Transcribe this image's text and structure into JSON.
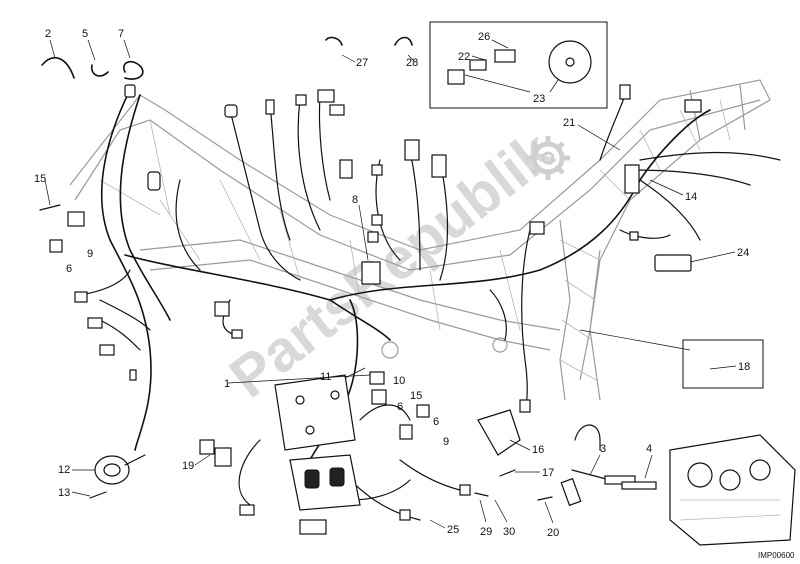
{
  "watermark": "PartsRepublik",
  "reference_code": "IMP00600",
  "callouts": [
    {
      "id": "c2",
      "label": "2"
    },
    {
      "id": "c5",
      "label": "5"
    },
    {
      "id": "c7",
      "label": "7"
    },
    {
      "id": "c27",
      "label": "27"
    },
    {
      "id": "c28",
      "label": "28"
    },
    {
      "id": "c26",
      "label": "26"
    },
    {
      "id": "c22",
      "label": "22"
    },
    {
      "id": "c23",
      "label": "23"
    },
    {
      "id": "c21",
      "label": "21"
    },
    {
      "id": "c15a",
      "label": "15"
    },
    {
      "id": "c9a",
      "label": "9"
    },
    {
      "id": "c6a",
      "label": "6"
    },
    {
      "id": "c8",
      "label": "8"
    },
    {
      "id": "c14",
      "label": "14"
    },
    {
      "id": "c24",
      "label": "24"
    },
    {
      "id": "c18",
      "label": "18"
    },
    {
      "id": "c1",
      "label": "1"
    },
    {
      "id": "c11",
      "label": "11"
    },
    {
      "id": "c10",
      "label": "10"
    },
    {
      "id": "c15b",
      "label": "15"
    },
    {
      "id": "c6b",
      "label": "6"
    },
    {
      "id": "c6c",
      "label": "6"
    },
    {
      "id": "c9b",
      "label": "9"
    },
    {
      "id": "c16",
      "label": "16"
    },
    {
      "id": "c17",
      "label": "17"
    },
    {
      "id": "c3",
      "label": "3"
    },
    {
      "id": "c4",
      "label": "4"
    },
    {
      "id": "c19",
      "label": "19"
    },
    {
      "id": "c12",
      "label": "12"
    },
    {
      "id": "c13",
      "label": "13"
    },
    {
      "id": "c25",
      "label": "25"
    },
    {
      "id": "c29",
      "label": "29"
    },
    {
      "id": "c30",
      "label": "30"
    },
    {
      "id": "c20",
      "label": "20"
    }
  ]
}
